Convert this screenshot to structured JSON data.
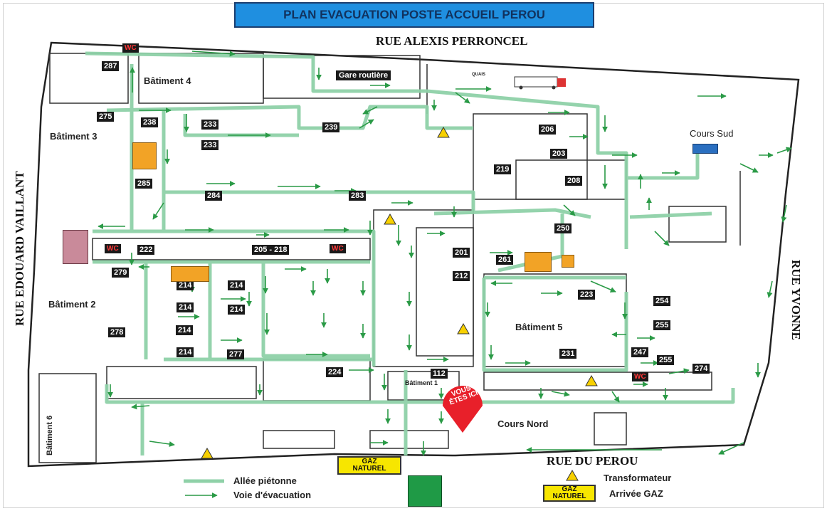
{
  "title": "PLAN EVACUATION POSTE ACCUEIL PEROU",
  "streets": {
    "north": "RUE ALEXIS PERRONCEL",
    "west": "RUE EDOUARD VAILLANT",
    "east": "RUE YVONNE",
    "south": "RUE DU PEROU"
  },
  "areas": {
    "batiment4": "Bâtiment 4",
    "batiment3": "Bâtiment 3",
    "batiment2": "Bâtiment 2",
    "batiment5": "Bâtiment 5",
    "batiment1": "Bâtiment 1",
    "batiment6": "Bâtiment 6",
    "cours_sud": "Cours Sud",
    "cours_nord": "Cours Nord",
    "gare": "Gare routière",
    "quais": "QUAIS"
  },
  "room_numbers": {
    "r287": "287",
    "r275": "275",
    "r238": "238",
    "r233a": "233",
    "r233b": "233",
    "r239": "239",
    "r285": "285",
    "r284": "284",
    "r283": "283",
    "r206": "206",
    "r203": "203",
    "r219": "219",
    "r208": "208",
    "r250": "250",
    "r222": "222",
    "r205": "205 - 218",
    "r279": "279",
    "r201": "201",
    "r212": "212",
    "r261": "261",
    "r214a": "214",
    "r214b": "214",
    "r214c": "214",
    "r214d": "214",
    "r214e": "214",
    "r214f": "214",
    "r278": "278",
    "r277": "277",
    "r224": "224",
    "r112": "112",
    "r223": "223",
    "r254": "254",
    "r255a": "255",
    "r231": "231",
    "r247": "247",
    "r255b": "255",
    "r274": "274"
  },
  "wc_label": "WC",
  "here_marker": "VOUS ÊTES ICI",
  "gaz_label_1": "GAZ",
  "gaz_label_2": "NATUREL",
  "legend": {
    "pedestrian": "Allée piétonne",
    "evacuation": "Voie d'évacuation",
    "transformer": "Transformateur",
    "gas": "Arrivée GAZ"
  },
  "colors": {
    "pedestrian": "#8fd1a8",
    "evacuation_arrow": "#2a9a46",
    "walls": "#222222",
    "title_bg": "#1f8fe0",
    "here": "#e8202a"
  }
}
